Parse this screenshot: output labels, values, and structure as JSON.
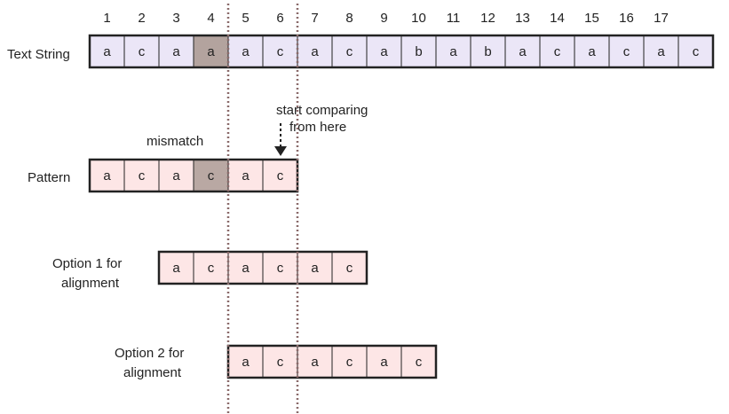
{
  "indices": [
    "1",
    "2",
    "3",
    "4",
    "5",
    "6",
    "7",
    "8",
    "9",
    "10",
    "11",
    "12",
    "13",
    "14",
    "15",
    "16",
    "17"
  ],
  "text_row": {
    "label": "Text String",
    "cells": [
      "a",
      "c",
      "a",
      "a",
      "a",
      "c",
      "a",
      "c",
      "a",
      "b",
      "a",
      "b",
      "a",
      "c",
      "a",
      "c",
      "a",
      "c"
    ],
    "highlight_index": 3
  },
  "pattern_row": {
    "label": "Pattern",
    "cells": [
      "a",
      "c",
      "a",
      "c",
      "a",
      "c"
    ],
    "highlight_index": 3
  },
  "option1_row": {
    "label_lines": [
      "Option 1 for",
      "alignment"
    ],
    "cells": [
      "a",
      "c",
      "a",
      "c",
      "a",
      "c"
    ]
  },
  "option2_row": {
    "label_lines": [
      "Option 2 for",
      "alignment"
    ],
    "cells": [
      "a",
      "c",
      "a",
      "c",
      "a",
      "c"
    ]
  },
  "annotations": {
    "mismatch": "mismatch",
    "start_lines": [
      "start comparing",
      "from here"
    ]
  },
  "colors": {
    "text_cell": "#ebe6f7",
    "pink_cell": "#fde6e6",
    "highlight_text": "#b3a39e",
    "highlight_pattern": "#b9a8a3",
    "border": "#222222",
    "dotted": "#8a6a6a"
  }
}
